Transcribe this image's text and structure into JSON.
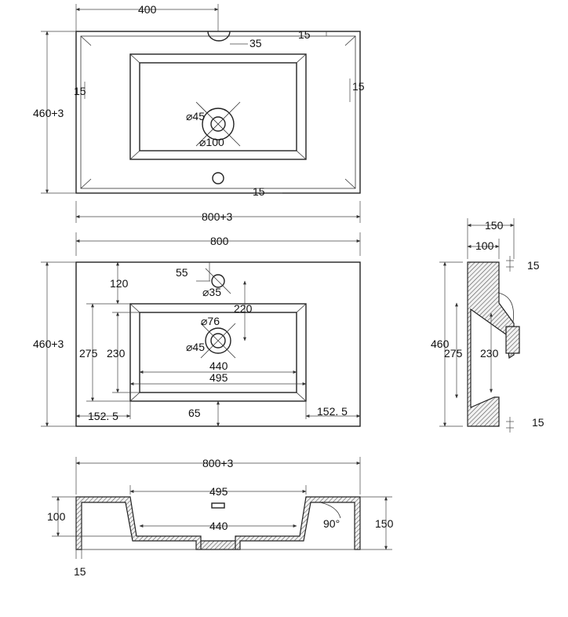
{
  "top_view": {
    "width_overall": "800+3",
    "height_overall": "460+3",
    "tap_hole_offset": "400",
    "notch_depth": "35",
    "rim_top": "15",
    "rim_left": "15",
    "rim_right": "15",
    "rim_bottom": "15",
    "drain_diameter": "⌀45",
    "drain_outer_diameter": "⌀100"
  },
  "middle_view": {
    "width": "800",
    "height_overall": "460+3",
    "tap_hole_center": "55",
    "tap_hole_diameter": "⌀35",
    "bowl_top_offset": "120",
    "drain_offset": "220",
    "drain_outer_diameter": "⌀76",
    "drain_diameter": "⌀45",
    "bowl_outer_height": "275",
    "bowl_inner_height": "230",
    "bowl_inner_width": "440",
    "bowl_outer_width": "495",
    "left_margin": "152. 5",
    "right_margin": "152. 5",
    "bottom_margin": "65"
  },
  "side_view": {
    "depth_total": "150",
    "depth_inner": "100",
    "rim_top": "15",
    "rim_bottom": "15",
    "height_total": "460",
    "bowl_outer_height": "275",
    "bowl_inner_height": "230"
  },
  "front_section": {
    "width_overall": "800+3",
    "bowl_top_width": "495",
    "bowl_bottom_width": "440",
    "inner_depth": "100",
    "total_depth": "150",
    "angle": "90°",
    "rim_thickness": "15"
  }
}
